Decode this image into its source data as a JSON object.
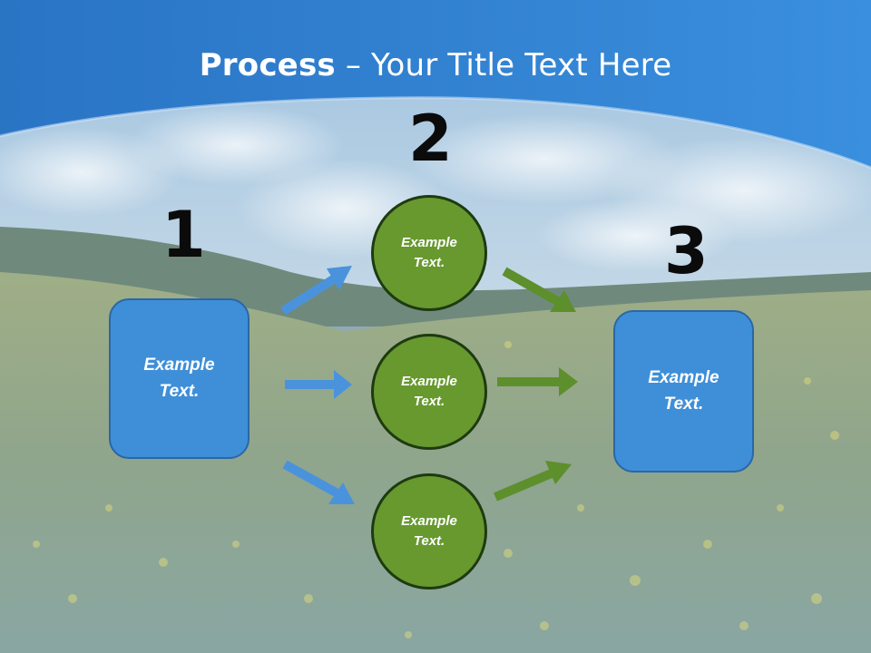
{
  "slide": {
    "title_bold": "Process",
    "title_rest": " – Your Title Text Here"
  },
  "steps": [
    {
      "number": "1"
    },
    {
      "number": "2"
    },
    {
      "number": "3"
    }
  ],
  "source_box": {
    "line1": "Example",
    "line2": "Text."
  },
  "middle_circles": [
    {
      "line1": "Example",
      "line2": "Text."
    },
    {
      "line1": "Example",
      "line2": "Text."
    },
    {
      "line1": "Example",
      "line2": "Text."
    }
  ],
  "target_box": {
    "line1": "Example",
    "line2": "Text."
  },
  "colors": {
    "banner_blue": "#2f7fcf",
    "box_blue": "#3f8fd8",
    "arrow_blue": "#4a93dc",
    "circle_green": "#67992f",
    "arrow_green": "#5d8f2c",
    "number_black": "#0b0b0b"
  }
}
